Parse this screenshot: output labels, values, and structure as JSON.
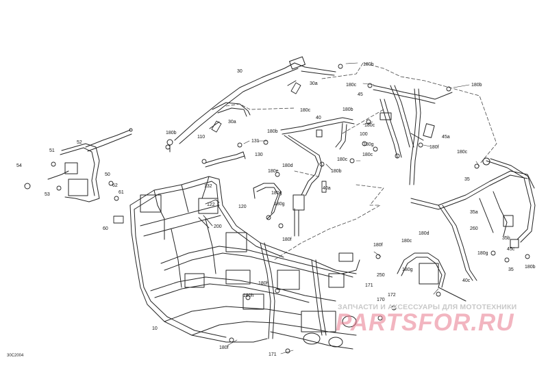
{
  "diagram": {
    "callouts": {
      "c10": "10",
      "c30": "30",
      "c30a1": "30a",
      "c30a2": "30a",
      "c35": "35",
      "c35a": "35a",
      "c35b": "35b",
      "c40": "40",
      "c40a": "40a",
      "c40c": "40c",
      "c45": "45",
      "c45a": "45a",
      "c45c": "45c",
      "c50": "50",
      "c51": "51",
      "c52": "52",
      "c53": "53",
      "c54": "54",
      "c60": "60",
      "c61": "61",
      "c62": "62",
      "c100": "100",
      "c110": "110",
      "c120": "120",
      "c122": "122",
      "c130": "130",
      "c131": "131",
      "c132": "132",
      "c170": "170",
      "c171a": "171",
      "c171b": "171",
      "c172": "172",
      "c200": "200",
      "c250": "250",
      "c260": "260",
      "c180b1": "180b",
      "c180b2": "180b",
      "c180b3": "180b",
      "c180b4": "180b",
      "c180b5": "180b",
      "c180b6": "180b",
      "c180c1": "180c",
      "c180c2": "180c",
      "c180c3": "180c",
      "c180c4": "180c",
      "c180c5": "180c",
      "c180c6": "180c",
      "c180c7": "180c",
      "c180d1": "180d",
      "c180d2": "180d",
      "c180e": "180e",
      "c180f1": "180f",
      "c180f2": "180f",
      "c180f3": "180f",
      "c180f4": "180f",
      "c180g1": "180g",
      "c180g2": "180g",
      "c180g3": "180g",
      "c180g4": "180g",
      "c180h1": "180h",
      "c180h2": "180h"
    },
    "drawing_code": "30C2004"
  },
  "watermark": {
    "tagline": "ЗАПЧАСТИ И АКСЕССУАРЫ ДЛЯ МОТОТЕХНИКИ",
    "logo": "PARTSFOR.RU"
  }
}
